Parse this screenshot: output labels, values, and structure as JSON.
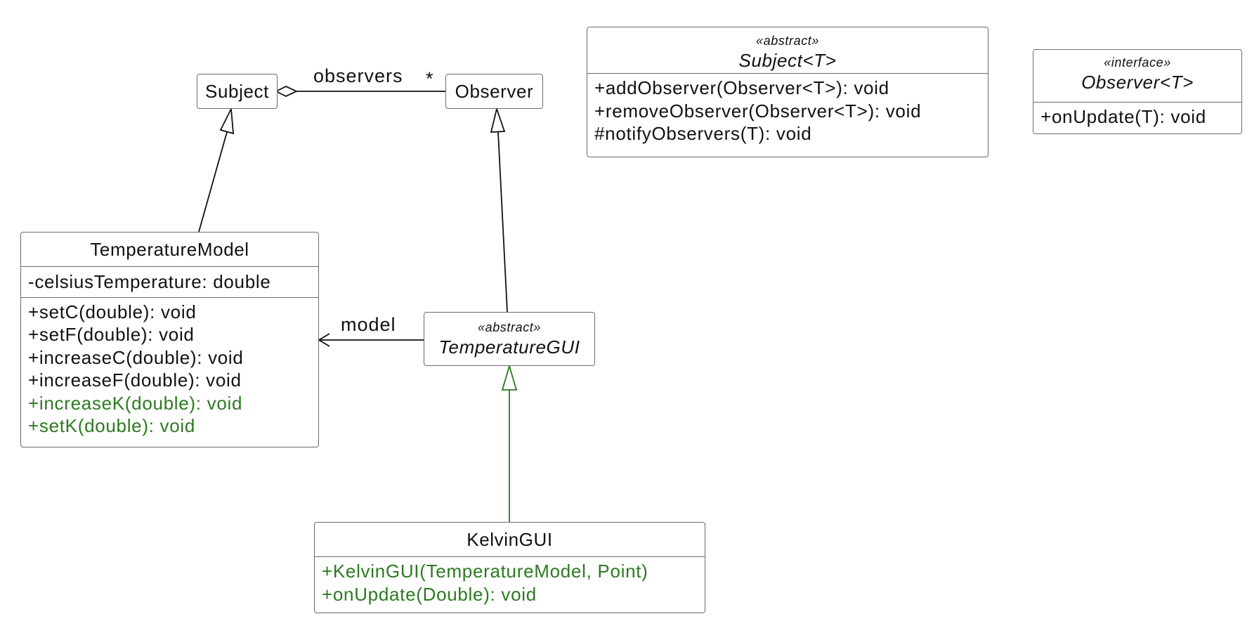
{
  "colors": {
    "stroke": "#111111",
    "border": "#6b6b6b",
    "added": "#2b7a1f"
  },
  "diagram": {
    "subject_small": {
      "name": "Subject"
    },
    "observer_small": {
      "name": "Observer"
    },
    "association": {
      "label": "observers",
      "multiplicity": "*"
    },
    "model_association": {
      "label": "model"
    },
    "subject_abstract": {
      "stereotype": "«abstract»",
      "name": "Subject<T>",
      "methods": [
        "+addObserver(Observer<T>): void",
        "+removeObserver(Observer<T>): void",
        "#notifyObservers(T): void"
      ]
    },
    "observer_interface": {
      "stereotype": "«interface»",
      "name": "Observer<T>",
      "methods": [
        "+onUpdate(T): void"
      ]
    },
    "temperature_model": {
      "name": "TemperatureModel",
      "fields": [
        "-celsiusTemperature: double"
      ],
      "methods": [
        "+setC(double): void",
        "+setF(double): void",
        "+increaseC(double): void",
        "+increaseF(double): void"
      ],
      "added_methods": [
        "+increaseK(double): void",
        "+setK(double): void"
      ]
    },
    "temperature_gui": {
      "stereotype": "«abstract»",
      "name": "TemperatureGUI"
    },
    "kelvin_gui": {
      "name": "KelvinGUI",
      "added_methods": [
        "+KelvinGUI(TemperatureModel, Point)",
        "+onUpdate(Double): void"
      ]
    }
  }
}
